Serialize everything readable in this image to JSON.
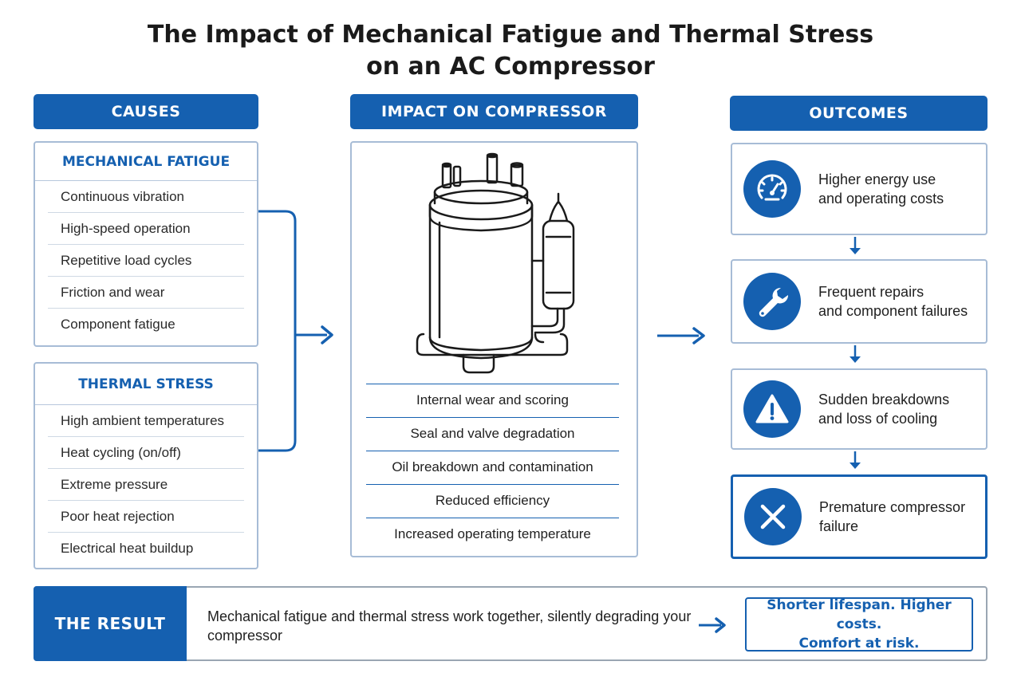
{
  "title": {
    "line1": "The Impact of Mechanical Fatigue and Thermal Stress",
    "line2": "on an AC Compressor"
  },
  "headers": {
    "causes": "CAUSES",
    "impact": "IMPACT ON COMPRESSOR",
    "outcomes": "OUTCOMES"
  },
  "causes": {
    "mechanical": {
      "title": "MECHANICAL FATIGUE",
      "items": [
        "Continuous vibration",
        "High-speed operation",
        "Repetitive load cycles",
        "Friction and wear",
        "Component fatigue"
      ]
    },
    "thermal": {
      "title": "THERMAL STRESS",
      "items": [
        "High ambient temperatures",
        "Heat cycling (on/off)",
        "Extreme pressure",
        "Poor heat rejection",
        "Electrical heat buildup"
      ]
    }
  },
  "impact": {
    "items": [
      "Internal wear and scoring",
      "Seal and valve degradation",
      "Oil breakdown and contamination",
      "Reduced efficiency",
      "Increased operating temperature"
    ]
  },
  "outcomes": [
    {
      "icon": "gauge-icon",
      "line1": "Higher energy use",
      "line2": "and operating costs"
    },
    {
      "icon": "wrench-icon",
      "line1": "Frequent repairs",
      "line2": "and component failures"
    },
    {
      "icon": "warning-icon",
      "line1": "Sudden breakdowns",
      "line2": "and loss of cooling"
    },
    {
      "icon": "x-icon",
      "line1": "Premature compressor",
      "line2": "failure"
    }
  ],
  "result": {
    "label": "THE RESULT",
    "text": "Mechanical fatigue and thermal stress work together, silently degrading your compressor",
    "summary_line1": "Shorter lifespan. Higher costs.",
    "summary_line2": "Comfort at risk."
  },
  "colors": {
    "primary": "#1560b0",
    "panel_border": "#a7bcd6",
    "text": "#1f1f1f"
  }
}
